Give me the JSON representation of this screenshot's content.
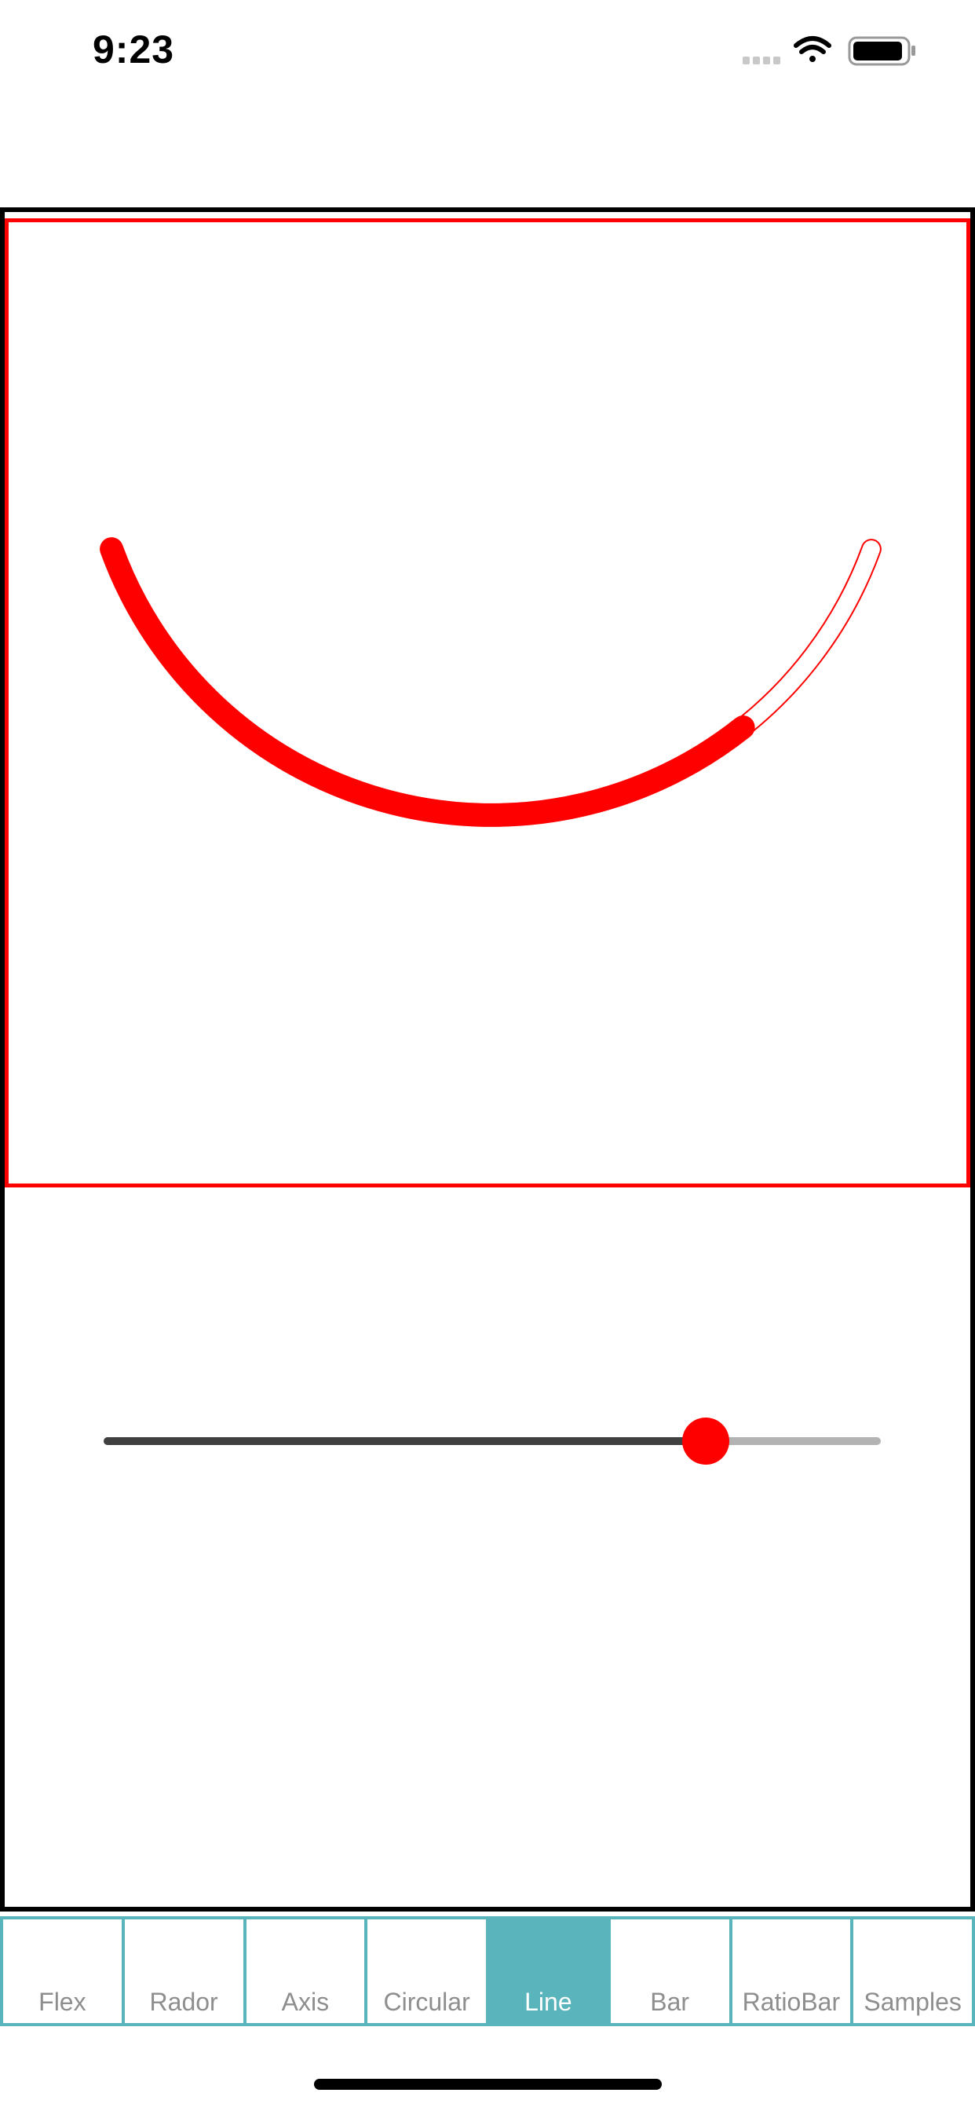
{
  "status_bar": {
    "time": "9:23",
    "icons": [
      "signal-icon",
      "wifi-icon",
      "battery-icon"
    ]
  },
  "gauge": {
    "value_fraction": 0.775,
    "stroke_color": "#ff0000"
  },
  "slider": {
    "value_fraction": 0.775,
    "thumb_color": "#ff0000",
    "active_track_color": "#404040",
    "inactive_track_color": "#b3b3b3"
  },
  "tabs": [
    {
      "label": "Flex",
      "active": false
    },
    {
      "label": "Rador",
      "active": false
    },
    {
      "label": "Axis",
      "active": false
    },
    {
      "label": "Circular",
      "active": false
    },
    {
      "label": "Line",
      "active": true
    },
    {
      "label": "Bar",
      "active": false
    },
    {
      "label": "RatioBar",
      "active": false
    },
    {
      "label": "Samples",
      "active": false
    }
  ],
  "colors": {
    "accent": "#5ab4bb",
    "frame": "#000000",
    "chart_border": "#ff0000"
  }
}
